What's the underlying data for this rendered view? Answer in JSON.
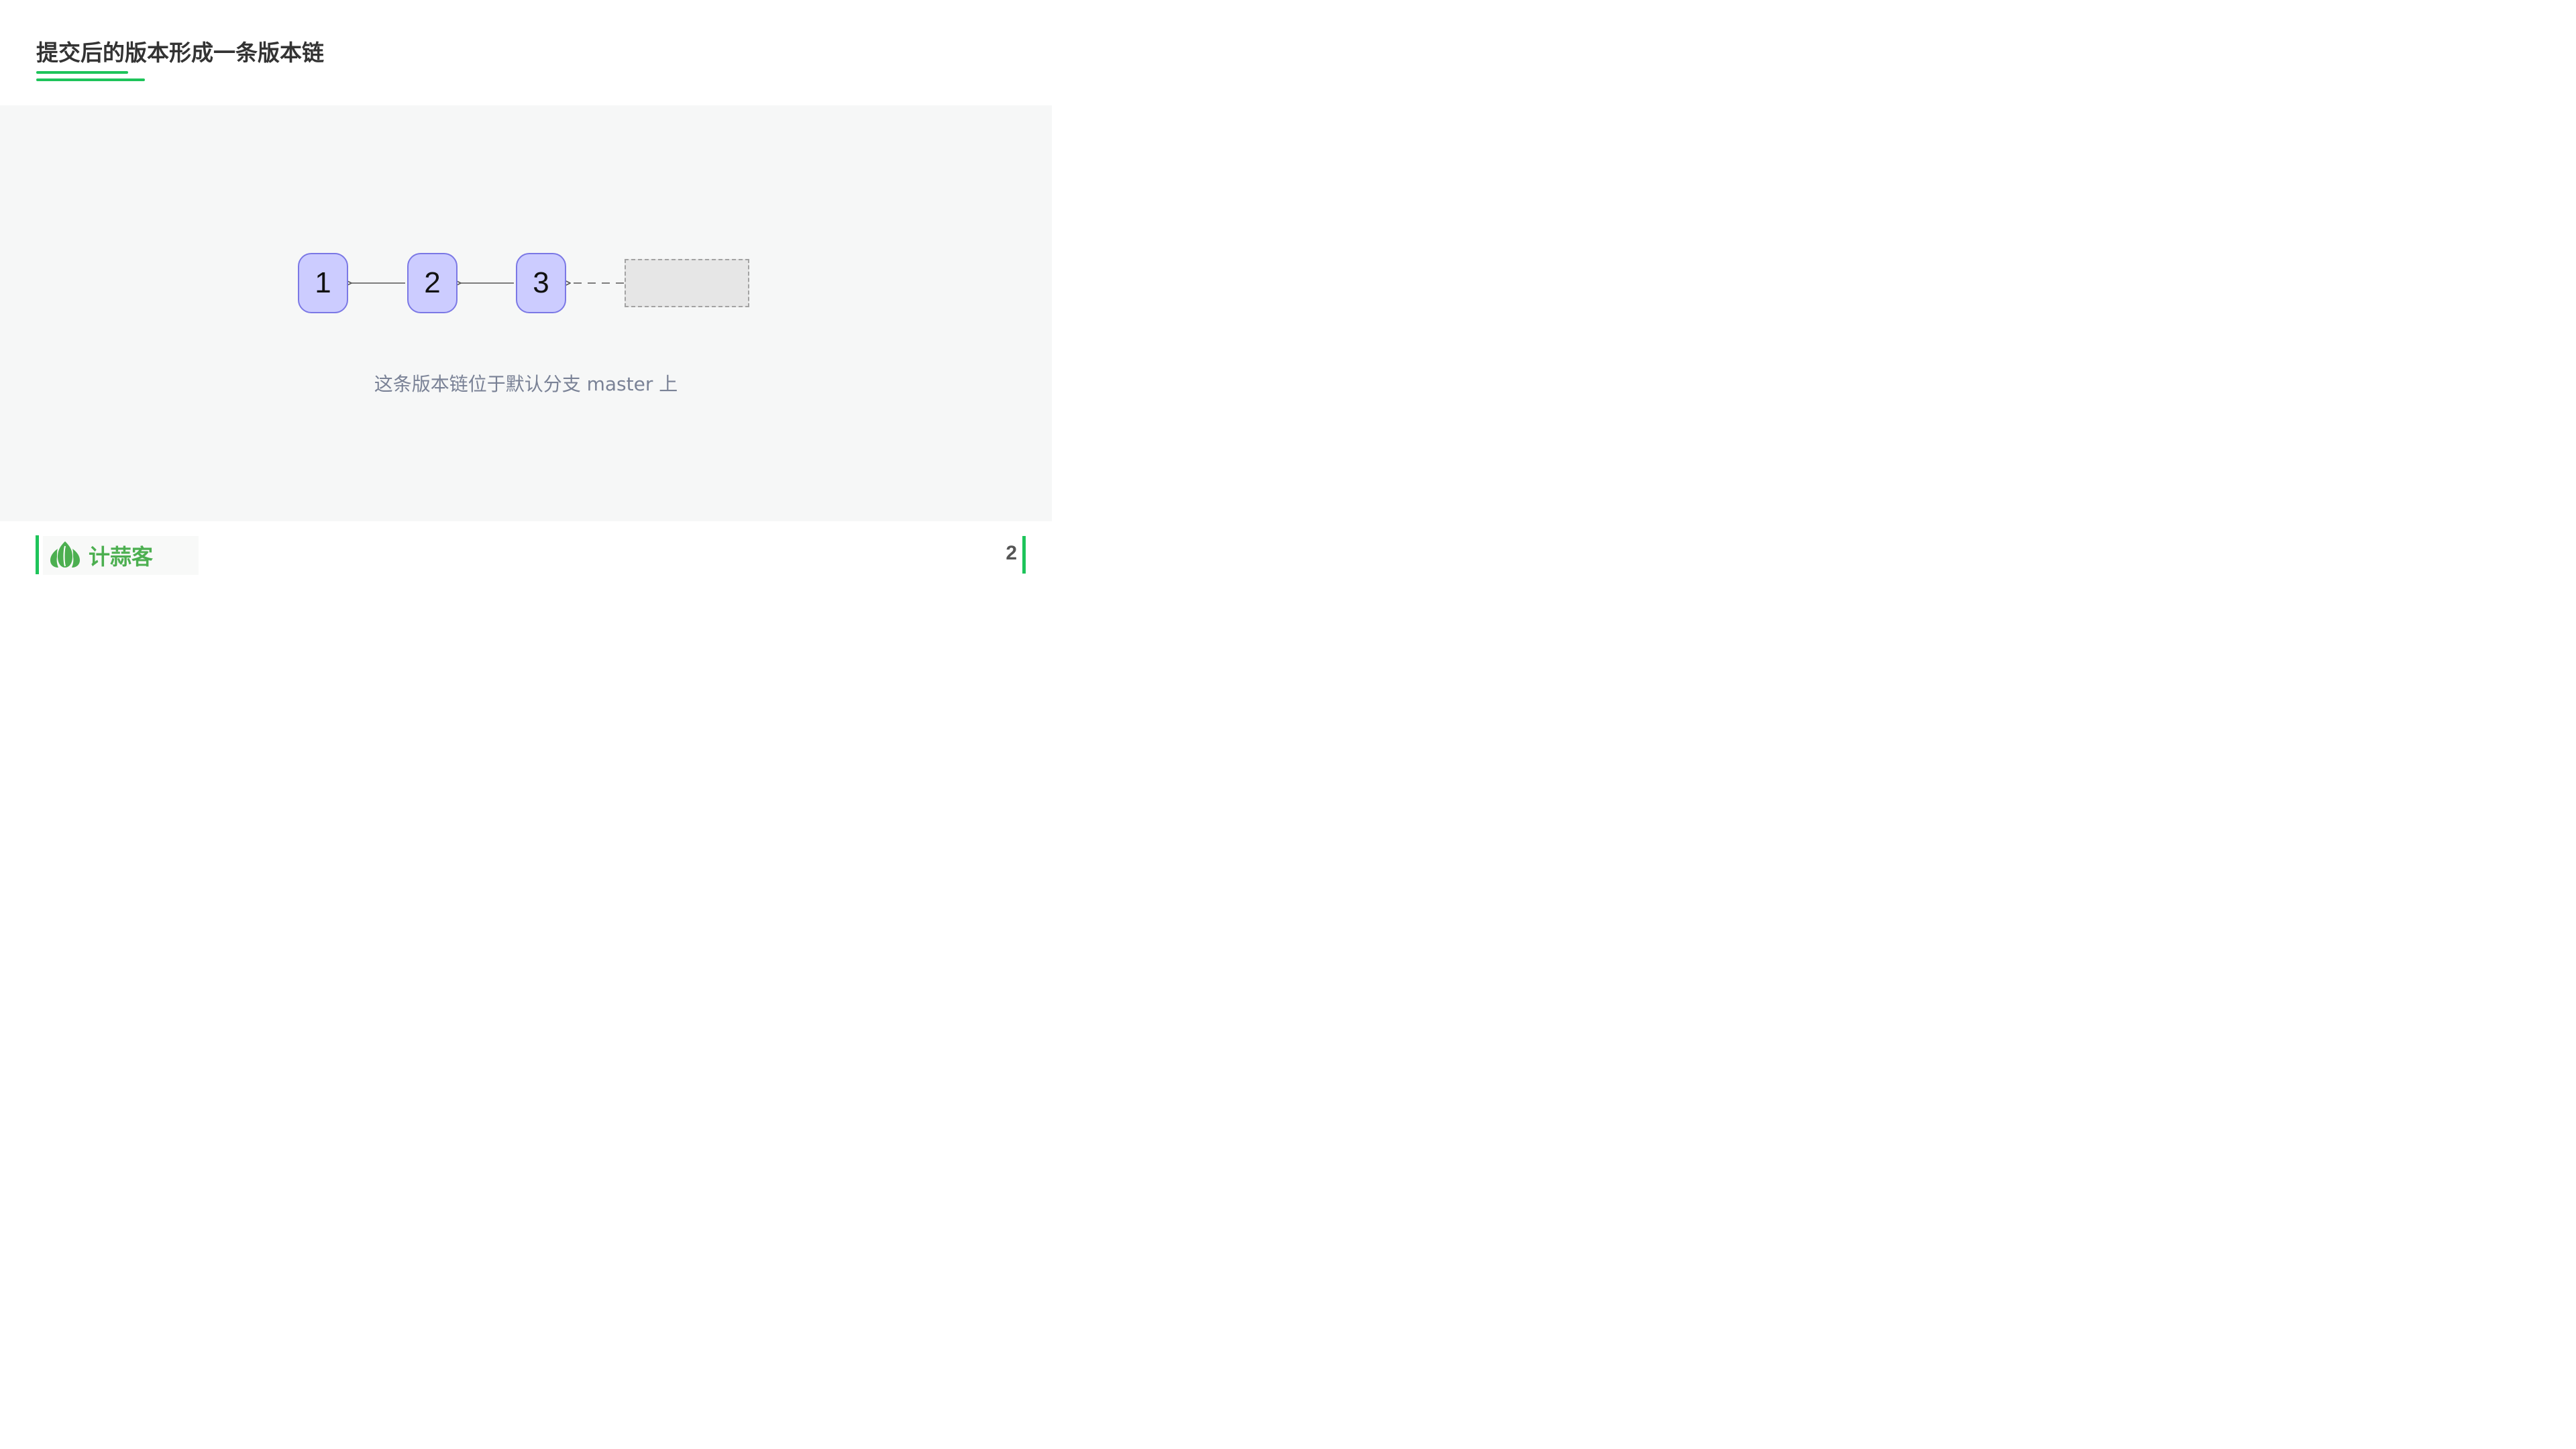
{
  "slide": {
    "title": "提交后的版本形成一条版本链",
    "page_number": "2"
  },
  "diagram": {
    "nodes": [
      {
        "label": "1"
      },
      {
        "label": "2"
      },
      {
        "label": "3"
      }
    ],
    "caption": "这条版本链位于默认分支 master 上"
  },
  "footer": {
    "logo_text": "计蒜客",
    "logo_icon": "garlic-icon"
  },
  "colors": {
    "accent": "#1ec45a",
    "node_fill": "#ccccff",
    "node_border": "#7b78e5",
    "placeholder_fill": "#e6e6e6",
    "placeholder_border": "#a3a3a3",
    "caption": "#7a8296",
    "logo": "#4caf50"
  }
}
